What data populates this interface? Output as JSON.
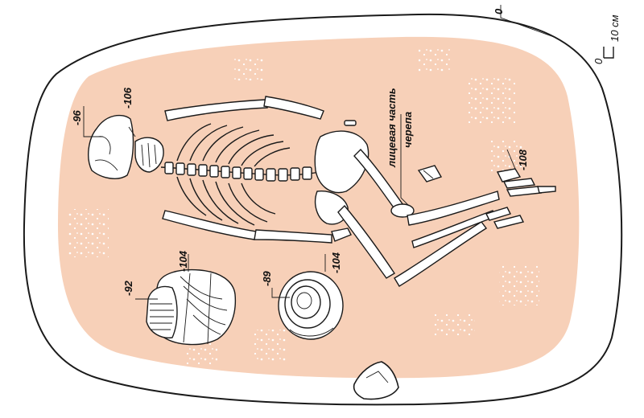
{
  "colors": {
    "grave_fill": "#f7d0b8",
    "outline": "#1a1a1a",
    "bone": "#ffffff",
    "speckle": "#ffffff"
  },
  "labels": {
    "skull_depth": "-96",
    "skull_second_depth": "-106",
    "face_label_line1": "лицевая часть",
    "face_label_line2": "черепа",
    "feet_depth": "-108",
    "pot_left_depth": "-92",
    "pot_left_second_depth": "-104",
    "pot_right_depth": "-89",
    "pot_right_second_depth": "-104",
    "scale_zero_top": "0",
    "scale_zero": "0",
    "scale_text": "10 см"
  },
  "icons": {
    "stone": "stone-icon",
    "skeleton": "skeleton-icon",
    "vessel_left": "vessel-icon",
    "vessel_right": "bowl-icon"
  }
}
